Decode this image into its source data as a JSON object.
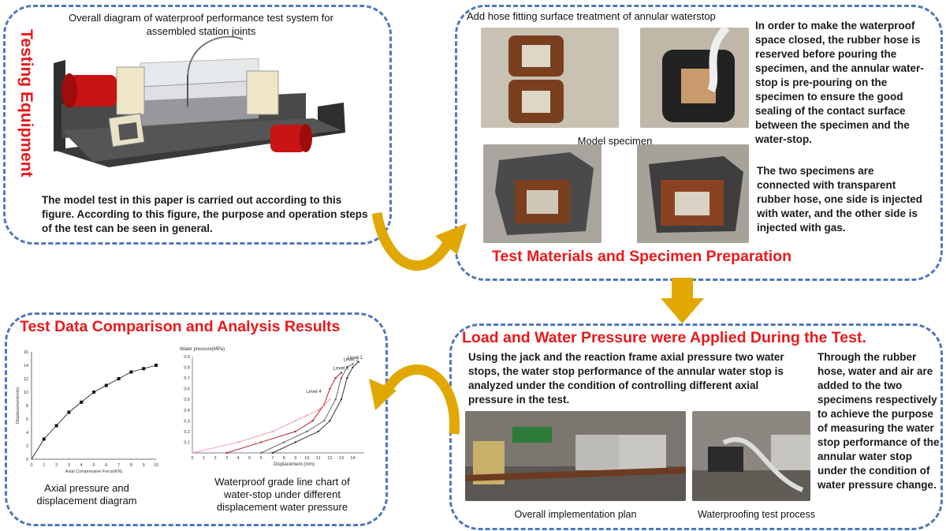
{
  "testing_equipment": {
    "title": "Testing Equipment",
    "diagram_caption": "Overall diagram of waterproof performance test system for assembled station joints",
    "description": "The model test in this paper is carried out according to this figure. According to this figure, the purpose and operation steps of the test can be seen in general."
  },
  "materials": {
    "title": "Test Materials and Specimen Preparation",
    "photo_caption": "Add hose fitting surface treatment of annular waterstop",
    "specimen_label": "Model specimen",
    "text_1": "In order to make the waterproof space closed, the rubber hose is reserved before pouring the specimen, and the annular water-stop is pre-pouring on the specimen to ensure the good sealing of the contact surface between the specimen and the water-stop.",
    "text_2": "The two specimens are connected with transparent rubber hose, one side is injected with water, and the other side is injected with gas."
  },
  "load": {
    "title": "Load and Water Pressure were Applied During the Test.",
    "text_1": "Using the jack and the reaction frame axial pressure two water stops, the water stop performance of the annular water stop is analyzed under the condition of controlling different axial pressure in the test.",
    "text_2": "Through the rubber hose, water and air are added to the two specimens respectively to achieve the purpose of measuring the water stop performance of the annular water stop under the condition of water pressure change.",
    "caption_1": "Overall implementation plan",
    "caption_2": "Waterproofing test process"
  },
  "analysis": {
    "title": "Test Data Comparison and Analysis Results",
    "caption_1": "Axial pressure and displacement diagram",
    "caption_2": "Waterproof grade line chart of water-stop under different displacement water pressure"
  },
  "colors": {
    "panel_border": "#4f77be",
    "title": "#e8191b",
    "arrow": "#e0a800"
  },
  "chart_data": [
    {
      "type": "line",
      "title": "",
      "xlabel": "Axial Compressive Force(KN)",
      "ylabel": "Displacement(mm)",
      "xlim": [
        0,
        10
      ],
      "ylim": [
        0,
        16
      ],
      "x_ticks": [
        "0",
        "1",
        "2",
        "3",
        "4",
        "5",
        "6",
        "7",
        "8",
        "9",
        "10"
      ],
      "y_ticks": [
        "0",
        "2",
        "4",
        "6",
        "8",
        "10",
        "12",
        "14",
        "16"
      ],
      "series": [
        {
          "x": [
            0,
            1,
            2,
            3,
            4,
            5,
            6,
            7,
            8,
            9,
            10
          ],
          "y": [
            0,
            3,
            5,
            7,
            8.5,
            10,
            11,
            12,
            13,
            13.5,
            14
          ]
        }
      ]
    },
    {
      "type": "line",
      "title": "",
      "xlabel": "Displacement  (mm)",
      "ylabel": "Water pressure(MPa)",
      "xlim": [
        0,
        15
      ],
      "ylim": [
        0,
        0.9
      ],
      "x_ticks": [
        "0",
        "1",
        "2",
        "3",
        "4",
        "5",
        "6",
        "7",
        "8",
        "9",
        "10",
        "11",
        "12",
        "13",
        "14"
      ],
      "y_ticks": [
        "0.1",
        "0.2",
        "0.3",
        "0.4",
        "0.5",
        "0.6",
        "0.7",
        "0.8",
        "0.9"
      ],
      "series": [
        {
          "name": "Level 1",
          "color": "#333333",
          "x": [
            7,
            9,
            11,
            12,
            13,
            13.5,
            14,
            14.5
          ],
          "y": [
            0,
            0.1,
            0.2,
            0.3,
            0.5,
            0.7,
            0.8,
            0.85
          ]
        },
        {
          "name": "Level 2",
          "color": "#666666",
          "x": [
            6,
            8,
            10,
            11.5,
            12.5,
            13,
            13.5,
            14
          ],
          "y": [
            0,
            0.1,
            0.2,
            0.3,
            0.5,
            0.7,
            0.8,
            0.83
          ]
        },
        {
          "name": "Level 3",
          "color": "#b3252f",
          "x": [
            3,
            6,
            9,
            10.5,
            11.5,
            12,
            12.5,
            13
          ],
          "y": [
            0,
            0.1,
            0.2,
            0.3,
            0.45,
            0.6,
            0.7,
            0.75
          ]
        },
        {
          "name": "Level 4",
          "color": "#f0a0a8",
          "x": [
            0,
            4,
            7,
            9,
            10,
            11,
            12
          ],
          "y": [
            0,
            0.1,
            0.2,
            0.3,
            0.35,
            0.4,
            0.5
          ]
        }
      ]
    }
  ]
}
